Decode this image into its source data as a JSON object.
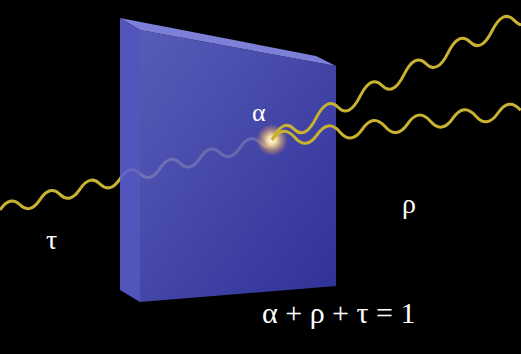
{
  "diagram": {
    "labels": [
      "τ",
      "α",
      "ρ",
      "α + ρ + τ = 1"
    ]
  }
}
